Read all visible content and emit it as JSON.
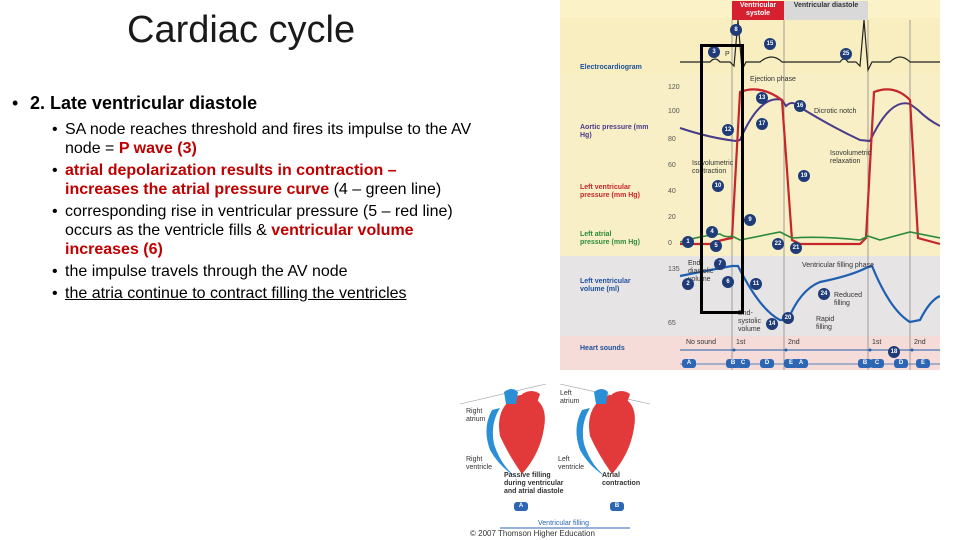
{
  "title": "Cardiac cycle",
  "heading": {
    "bullet": "•",
    "text": "2. Late ventricular diastole"
  },
  "bullets": [
    {
      "segments": [
        {
          "text": "SA node reaches threshold and fires its impulse to the AV node = ",
          "style": "plain"
        },
        {
          "text": "P wave (3)",
          "style": "red"
        }
      ]
    },
    {
      "segments": [
        {
          "text": "atrial depolarization results in contraction – increases the atrial pressure curve",
          "style": "red"
        },
        {
          "text": " (4 – green line)",
          "style": "plain"
        }
      ]
    },
    {
      "segments": [
        {
          "text": "corresponding rise in ventricular pressure (5 – red line) occurs as the ventricle fills & ",
          "style": "plain"
        },
        {
          "text": "ventricular volume increases (6)",
          "style": "red"
        }
      ]
    },
    {
      "segments": [
        {
          "text": "the impulse travels through the AV node",
          "style": "plain"
        }
      ]
    },
    {
      "segments": [
        {
          "text": "the atria continue to contract filling the ventricles",
          "style": "underline"
        }
      ]
    }
  ],
  "diagram": {
    "phase_systole": "Ventricular systole",
    "phase_diastole": "Ventricular diastole",
    "row_ecg": "Electrocardiogram",
    "row_aortic": "Aortic pressure (mm Hg)",
    "row_lvp": "Left ventricular pressure (mm Hg)",
    "row_lap": "Left atrial pressure (mm Hg)",
    "row_lvv": "Left ventricular volume (ml)",
    "row_sounds": "Heart sounds",
    "ticks_pressure": [
      "120",
      "100",
      "80",
      "60",
      "40",
      "20",
      "0"
    ],
    "ticks_volume": [
      "135",
      "65"
    ],
    "ann_ejection": "Ejection phase",
    "ann_dicrotic": "Dicrotic notch",
    "ann_isovol": "Isovolumetric relaxation",
    "ann_isocont": "Isovolumetric contraction",
    "ann_vfilling": "Ventricular filling phase",
    "ann_edv": "End-diastolic volume",
    "ann_esv": "End-systolic volume",
    "ann_reduced": "Reduced filling",
    "ann_rapid": "Rapid filling",
    "ann_nosound": "No sound",
    "ann_ecg_letters": "P",
    "sounds": [
      "1st",
      "2nd",
      "1st",
      "2nd"
    ],
    "numbers": [
      "8",
      "3",
      "15",
      "25",
      "13",
      "16",
      "12",
      "17",
      "19",
      "10",
      "9",
      "22",
      "4",
      "1",
      "21",
      "7",
      "5",
      "11",
      "2",
      "6",
      "14",
      "24",
      "20",
      "18"
    ],
    "letters": [
      "A",
      "B",
      "C",
      "D",
      "E",
      "A",
      "B",
      "C",
      "D",
      "E"
    ]
  },
  "heart": {
    "right_atrium": "Right atrium",
    "left_atrium": "Left atrium",
    "right_ventricle": "Right ventricle",
    "left_ventricle": "Left ventricle",
    "passive": "Passive filling during ventricular and atrial diastole",
    "atrial": "Atrial contraction",
    "footer": "Ventricular filling",
    "letter_a": "A",
    "letter_b": "B"
  },
  "copyright": "© 2007 Thomson Higher Education",
  "colors": {
    "red": "#c00000",
    "systole_band": "#d7202f",
    "aortic": "#4a3a8a",
    "lv_pressure": "#c6252a",
    "la_pressure": "#2d8a3a",
    "lv_volume": "#1f5fb0"
  }
}
